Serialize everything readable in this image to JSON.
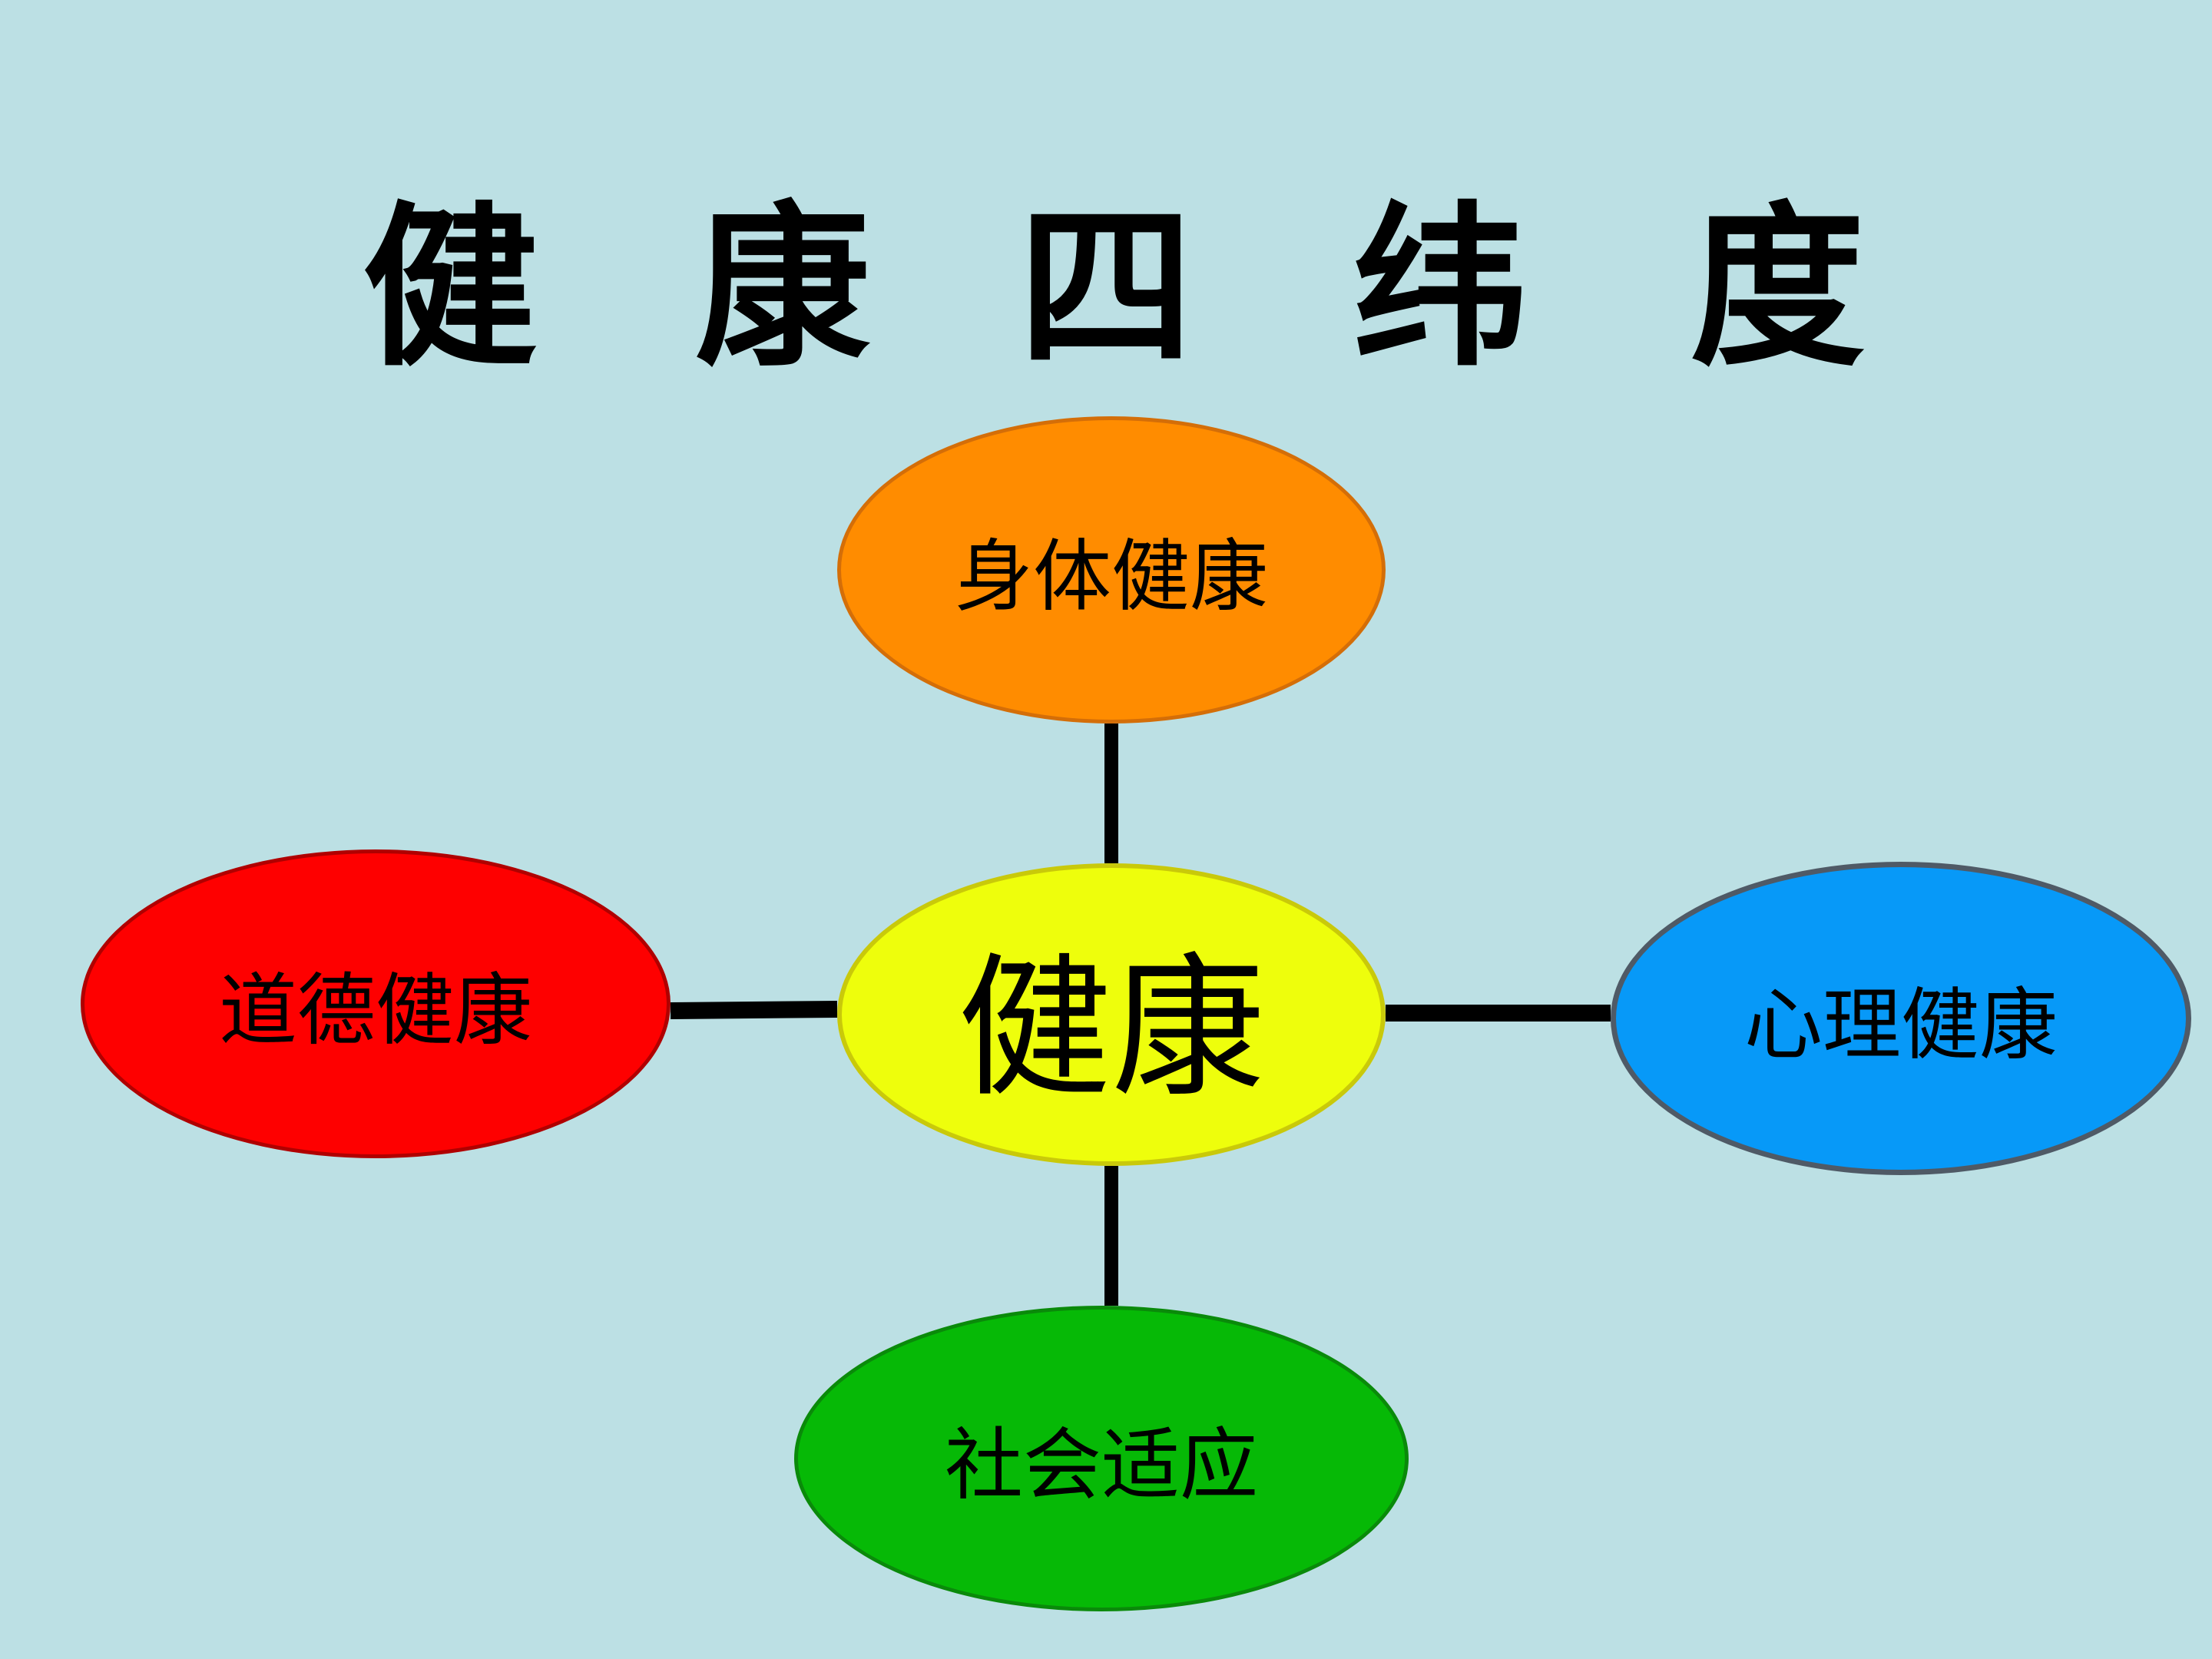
{
  "title": {
    "chars": [
      "健",
      "康",
      "四",
      "纬",
      "度"
    ]
  },
  "diagram": {
    "center": {
      "label": "健康",
      "fill": "#eefe0c"
    },
    "top": {
      "label": "身体健康",
      "fill": "#ff8c00"
    },
    "left": {
      "label": "道德健康",
      "fill": "#fe0000"
    },
    "right": {
      "label": "心理健康",
      "fill": "#0799f8"
    },
    "bottom": {
      "label": "社会适应",
      "fill": "#06b906"
    },
    "connector_color": "#000000"
  }
}
